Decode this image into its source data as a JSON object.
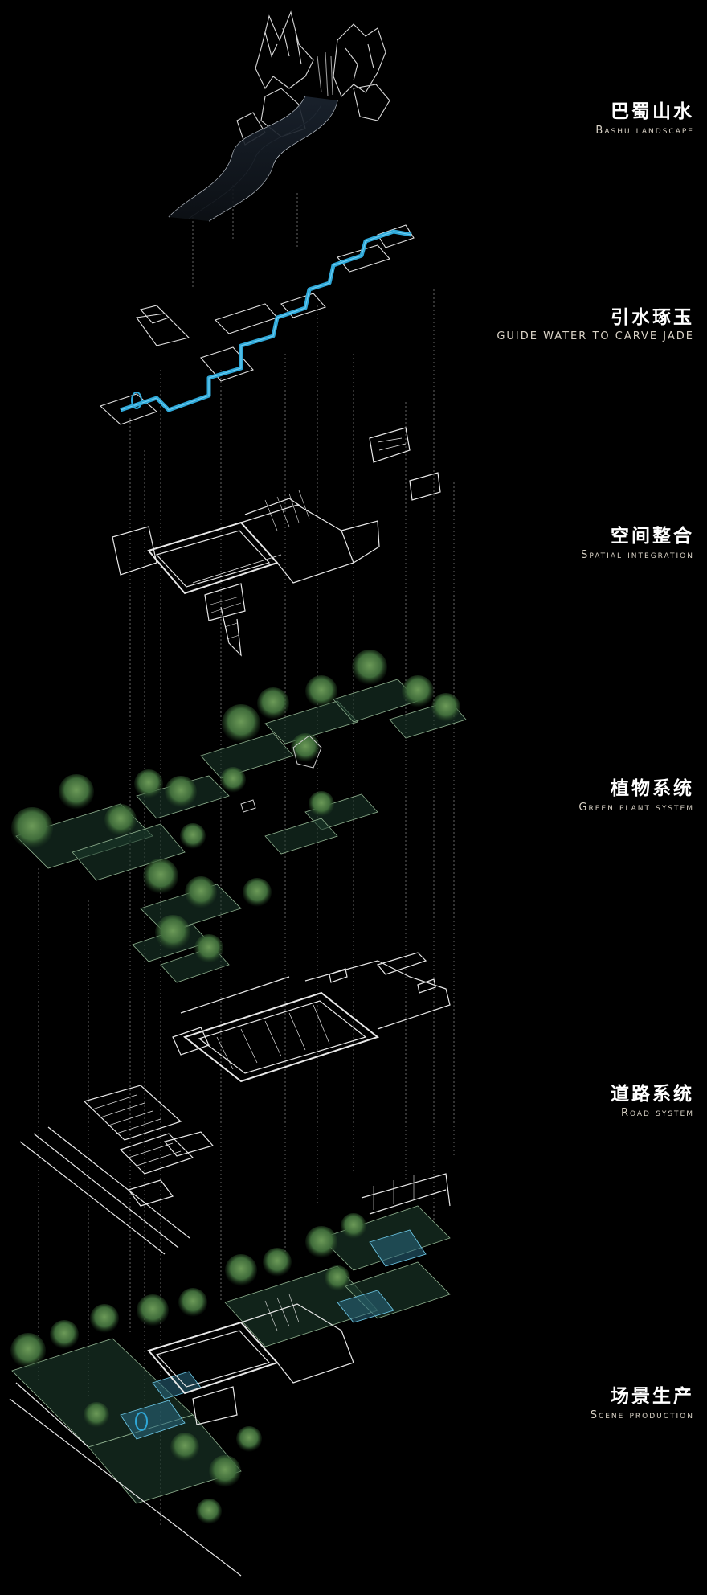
{
  "layers": [
    {
      "zh": "巴蜀山水",
      "en": "Bashu landscape"
    },
    {
      "zh": "引水琢玉",
      "en": "GUIDE WATER TO CARVE JADE"
    },
    {
      "zh": "空间整合",
      "en": "Spatial integration"
    },
    {
      "zh": "植物系统",
      "en": "Green plant system"
    },
    {
      "zh": "道路系统",
      "en": "Road system"
    },
    {
      "zh": "场景生产",
      "en": "Scene production"
    }
  ],
  "colors": {
    "background": "#000000",
    "linework": "#e8e8e8",
    "water": "#2fa8d8",
    "vegetation": "#3f6b3a",
    "plate": "#1c3a2c",
    "connector": "#8a8a8a"
  }
}
